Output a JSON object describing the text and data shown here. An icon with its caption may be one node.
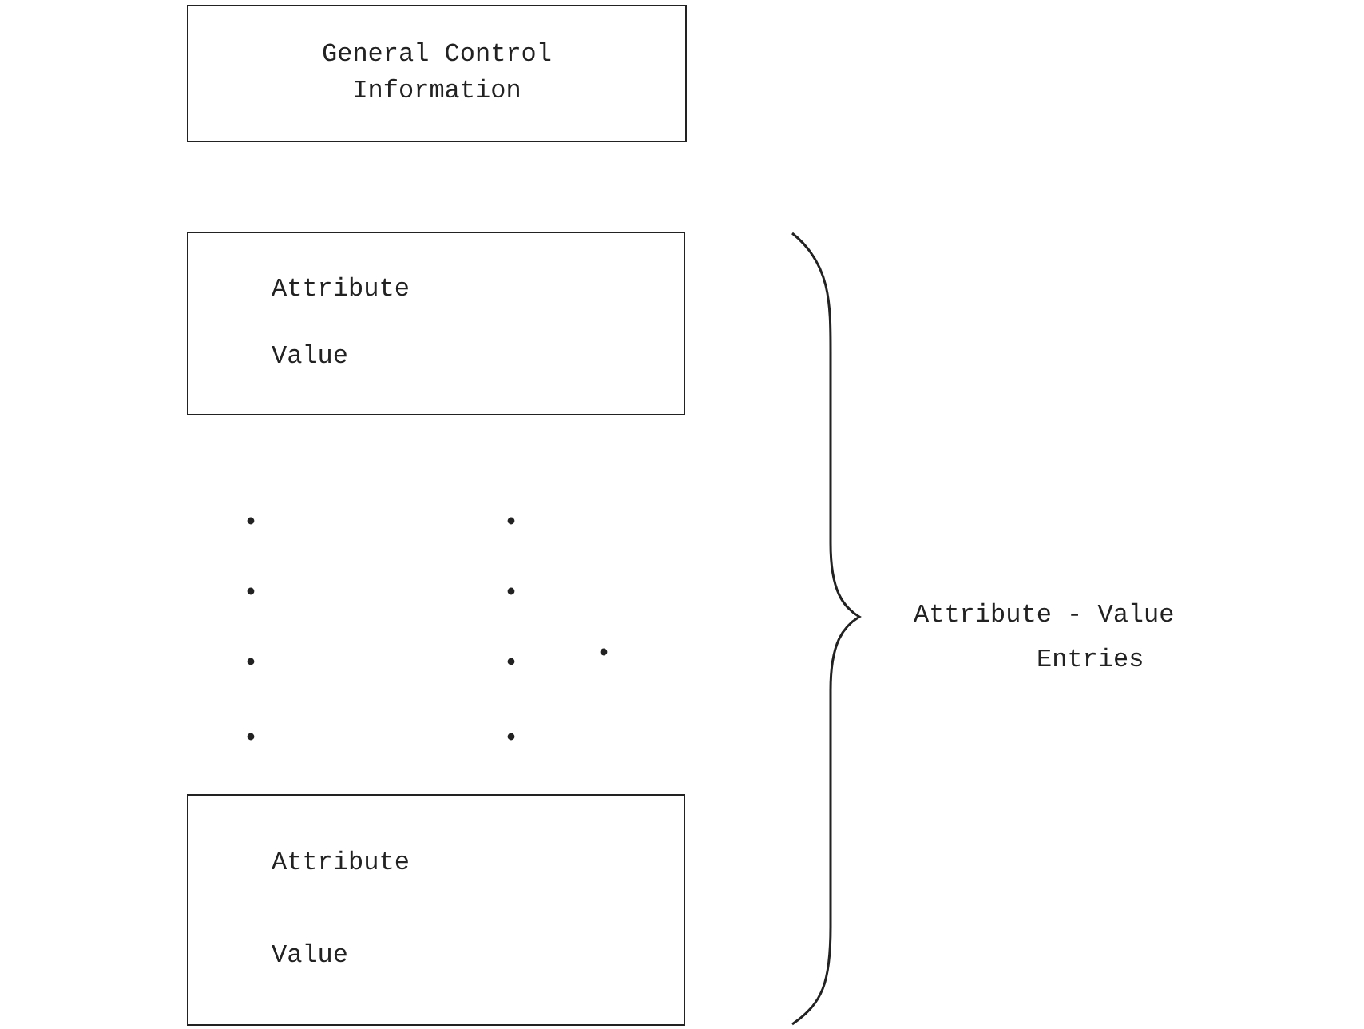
{
  "diagram": {
    "nodes": [
      {
        "text": [
          "General Control Information"
        ]
      },
      {
        "text": [
          "Attribute",
          "Value"
        ]
      },
      {
        "text": [
          "Attribute",
          "Value"
        ]
      }
    ],
    "labels": [
      "Attribute - Value Entries"
    ]
  }
}
